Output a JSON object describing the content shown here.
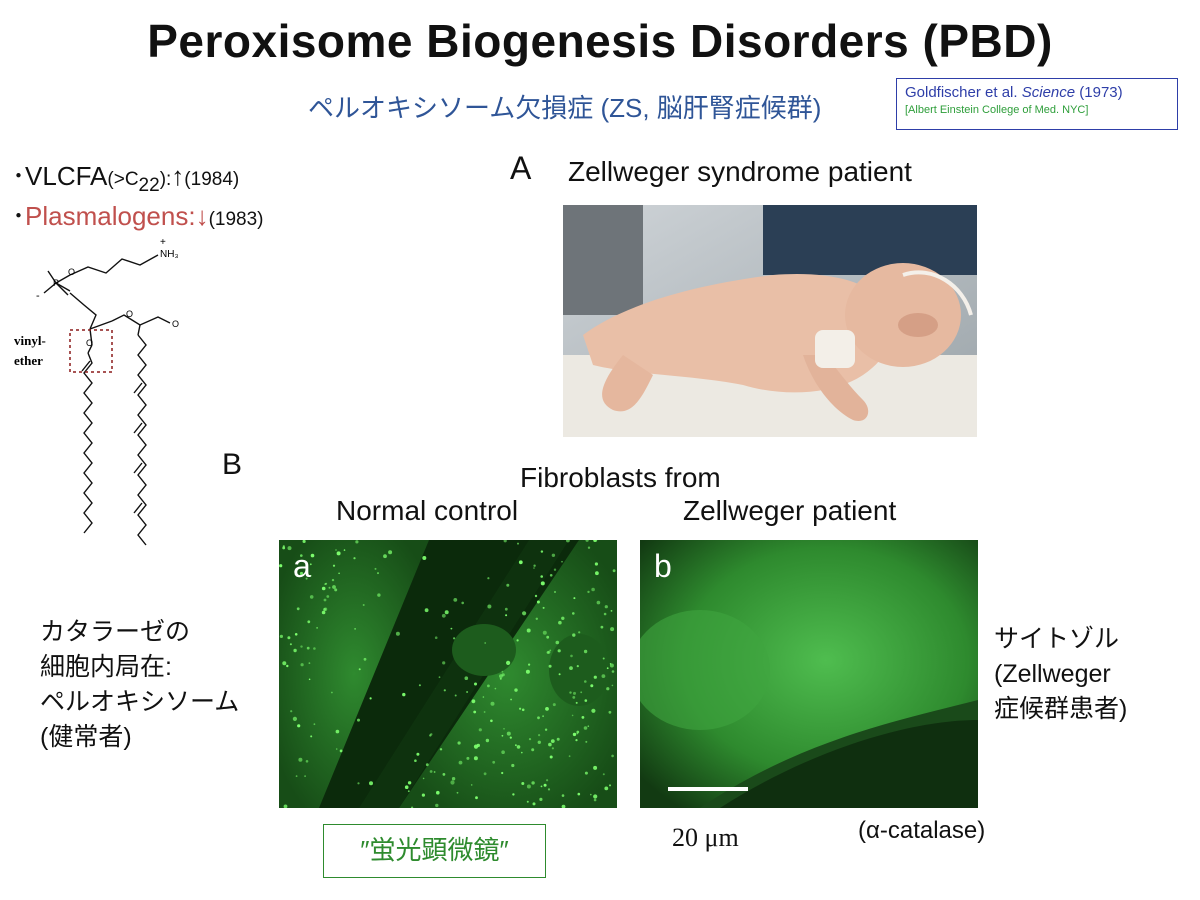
{
  "header": {
    "title": "Peroxisome Biogenesis Disorders (PBD)",
    "subtitle": "ペルオキシソーム欠損症 (ZS, 脳肝腎症候群)"
  },
  "reference": {
    "authors": "Goldfischer et al.",
    "journal": "Science",
    "year": "(1973)",
    "institution": "[Albert Einstein College of Med. NYC]"
  },
  "bullets": [
    {
      "mark": "･",
      "name": "VLCFA",
      "detail": "(>C",
      "sub": "22",
      "detail_end": "):",
      "arrow": "↑",
      "year": "(1984)"
    },
    {
      "mark": "･",
      "name": "Plasmalogens:",
      "arrow": "↓",
      "year": "(1983)"
    }
  ],
  "structure": {
    "label_line1": "vinyl-",
    "label_line2": "ether",
    "amine": "NH₃",
    "plus": "+",
    "minus": "-"
  },
  "panel_a": {
    "letter": "A",
    "caption": "Zellweger syndrome patient"
  },
  "panel_b": {
    "letter": "B",
    "heading": "Fibroblasts from",
    "col_normal": "Normal control",
    "col_patient": "Zellweger patient",
    "sub_a": "a",
    "sub_b": "b",
    "scale": "20 μm",
    "stain": "(α-catalase)"
  },
  "left_note": [
    "カタラーゼの",
    "細胞内局在:",
    "ペルオキシソーム",
    "(健常者)"
  ],
  "right_note": [
    "サイトゾル",
    "(Zellweger",
    "症候群患者)"
  ],
  "method_label": "″蛍光顕微鏡″",
  "colors": {
    "subtitle": "#2f5597",
    "plasmalogen": "#c0504d",
    "reference_border": "#2e3ea8",
    "institution": "#2e9e3a",
    "method_green": "#2e8b2e"
  }
}
